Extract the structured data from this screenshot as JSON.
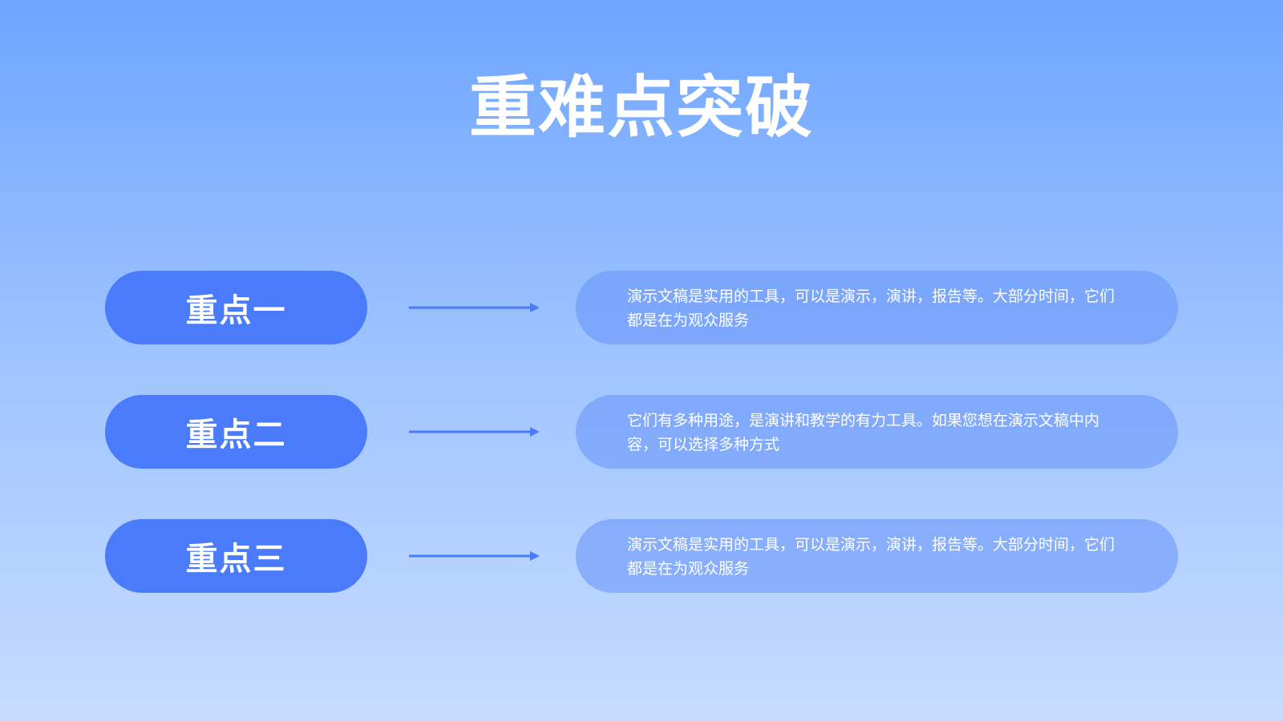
{
  "slide": {
    "title": "重难点突破",
    "items": [
      {
        "label": "重点一",
        "text": "演示文稿是实用的工具，可以是演示，演讲，报告等。大部分时间，它们都是在为观众服务"
      },
      {
        "label": "重点二",
        "text": "它们有多种用途，是演讲和教学的有力工具。如果您想在演示文稿中内容，可以选择多种方式"
      },
      {
        "label": "重点三",
        "text": "演示文稿是实用的工具，可以是演示，演讲，报告等。大部分时间，它们都是在为观众服务"
      }
    ]
  },
  "colors": {
    "background_top": "#6EA5FF",
    "background_bottom": "#C6DCFF",
    "accent": "#4A7BFA",
    "text": "#FFFFFF"
  },
  "icons": {
    "connector": "right-arrow-icon"
  }
}
